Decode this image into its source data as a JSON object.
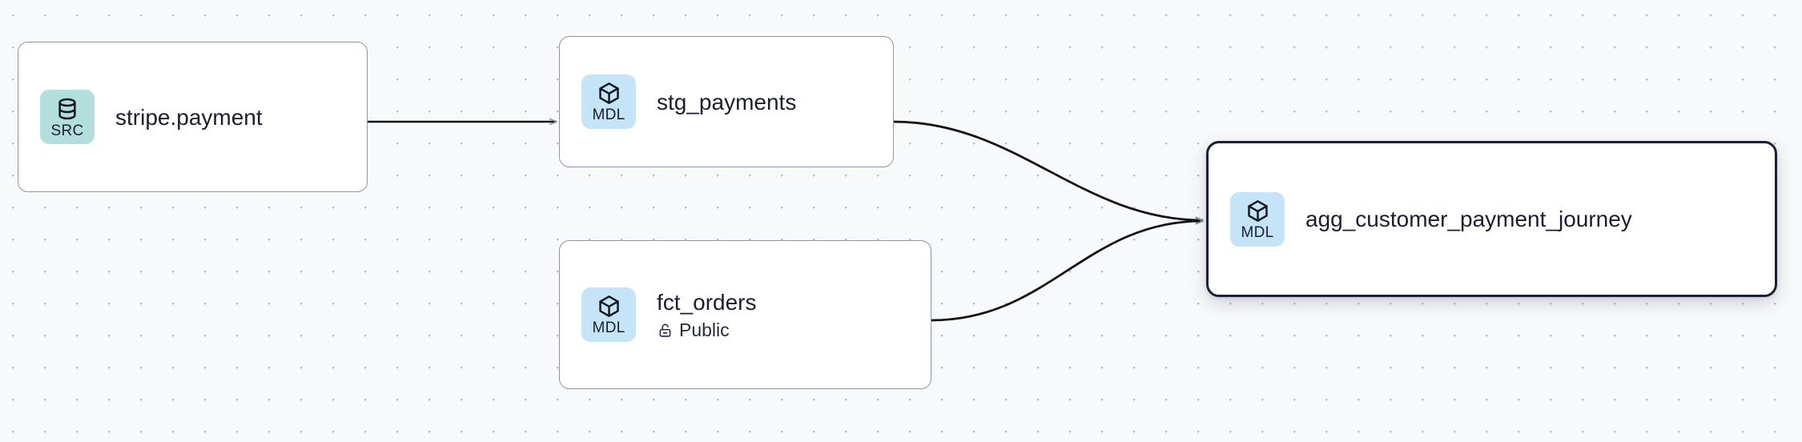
{
  "canvas": {
    "background_color": "#f7f9fb",
    "dot_grid_color": "#b9bfcc",
    "dot_grid_spacing": 40
  },
  "graph": {
    "type": "lineage-dag",
    "nodes": [
      {
        "id": "stripe_payment",
        "title": "stripe.payment",
        "badge_label": "SRC",
        "badge_icon": "database-icon",
        "badge_color": "#b2dfdb",
        "selected": false,
        "subtitle": null,
        "subtitle_icon": null
      },
      {
        "id": "stg_payments",
        "title": "stg_payments",
        "badge_label": "MDL",
        "badge_icon": "cube-icon",
        "badge_color": "#c6e4f7",
        "selected": false,
        "subtitle": null,
        "subtitle_icon": null
      },
      {
        "id": "fct_orders",
        "title": "fct_orders",
        "badge_label": "MDL",
        "badge_icon": "cube-icon",
        "badge_color": "#c6e4f7",
        "selected": false,
        "subtitle": "Public",
        "subtitle_icon": "unlock-icon"
      },
      {
        "id": "agg_customer_payment_journey",
        "title": "agg_customer_payment_journey",
        "badge_label": "MDL",
        "badge_icon": "cube-icon",
        "badge_color": "#c6e4f7",
        "selected": true,
        "subtitle": null,
        "subtitle_icon": null
      }
    ],
    "edges": [
      {
        "from": "stripe_payment",
        "to": "stg_payments",
        "style": "straight",
        "color": "#111318"
      },
      {
        "from": "stg_payments",
        "to": "agg_customer_payment_journey",
        "style": "bezier",
        "color": "#111318"
      },
      {
        "from": "fct_orders",
        "to": "agg_customer_payment_journey",
        "style": "bezier",
        "color": "#111318"
      }
    ],
    "edge_color": "#111318",
    "arrow_color": "#8b91a1",
    "node_border_color": "#8e95a8",
    "selected_border_color": "#1b2135",
    "node_title_color": "#1a1f2e"
  }
}
